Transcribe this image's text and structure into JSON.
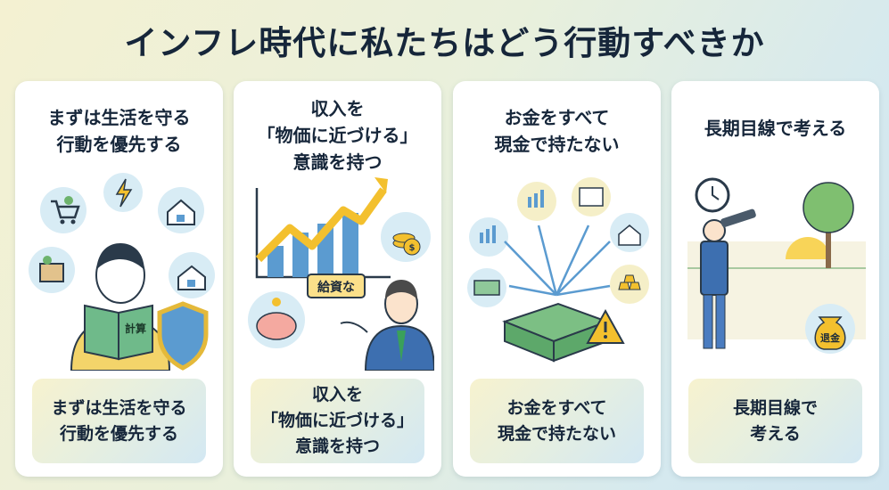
{
  "title": "インフレ時代に私たちはどう行動すべきか",
  "cards": [
    {
      "heading": "まずは生活を守る\n行動を優先する",
      "summary": "まずは生活を守る\n行動を優先する",
      "book_label": "計算"
    },
    {
      "heading": "収入を\n「物価に近づける」\n意識を持つ",
      "summary": "収入を\n「物価に近づける」\n意識を持つ",
      "speech_label": "給資な",
      "coin_label": "$"
    },
    {
      "heading": "お金をすべて\n現金で持たない",
      "summary": "お金をすべて\n現金で持たない"
    },
    {
      "heading": "長期目線で考える",
      "summary": "長期目線で\n考える",
      "bag_label": "退金"
    }
  ]
}
